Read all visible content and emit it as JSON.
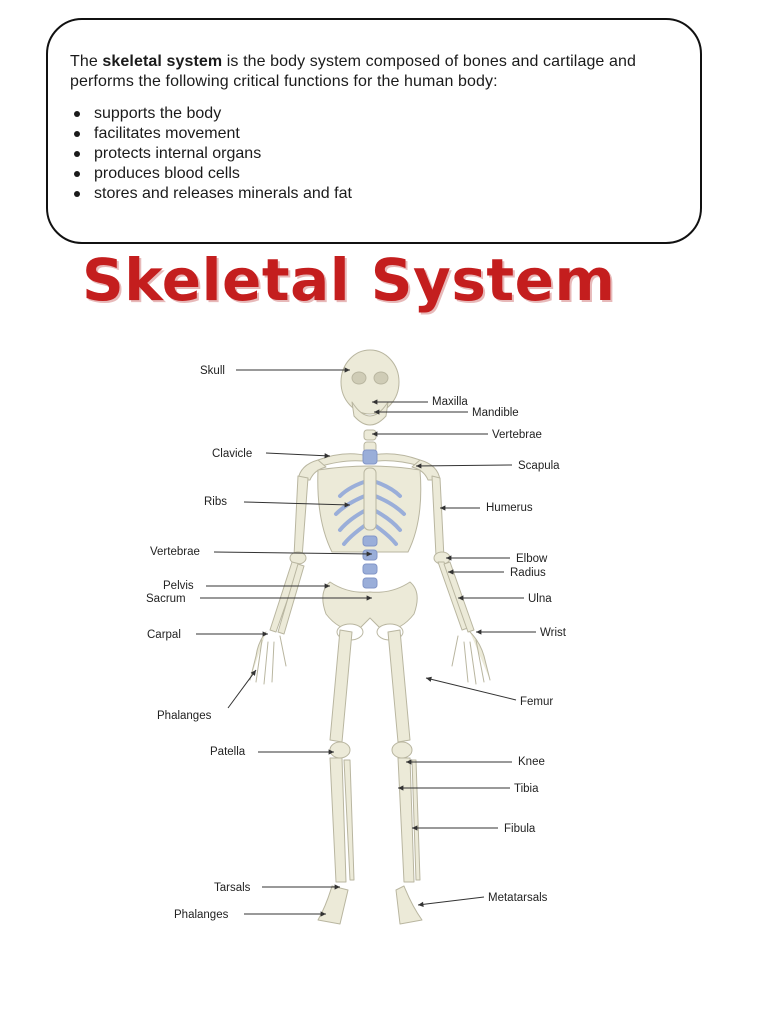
{
  "intro": {
    "before": "The ",
    "term": "skeletal system",
    "after": " is the body system composed of bones and cartilage and performs the following critical functions for the human body:",
    "functions": [
      "supports the body",
      "facilitates movement",
      "protects internal organs",
      "produces blood cells",
      "stores and releases minerals and fat"
    ]
  },
  "title": "Skeletal System",
  "colors": {
    "title_red": "#c41e1e",
    "bone": "#ecead8",
    "bone_outline": "#b9b6a0",
    "cartilage_blue": "#9aaed9"
  },
  "labels": {
    "skull": "Skull",
    "maxilla": "Maxilla",
    "mandible": "Mandible",
    "vertebrae_neck": "Vertebrae",
    "clavicle": "Clavicle",
    "scapula": "Scapula",
    "ribs": "Ribs",
    "humerus": "Humerus",
    "vertebrae_spine": "Vertebrae",
    "elbow": "Elbow",
    "radius": "Radius",
    "pelvis": "Pelvis",
    "sacrum": "Sacrum",
    "ulna": "Ulna",
    "carpal": "Carpal",
    "wrist": "Wrist",
    "phalanges_hand": "Phalanges",
    "femur": "Femur",
    "patella": "Patella",
    "knee": "Knee",
    "tibia": "Tibia",
    "fibula": "Fibula",
    "tarsals": "Tarsals",
    "metatarsals": "Metatarsals",
    "phalanges_foot": "Phalanges"
  }
}
